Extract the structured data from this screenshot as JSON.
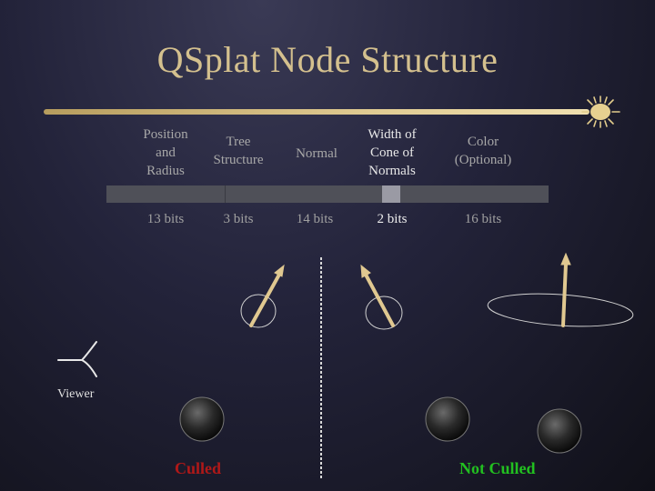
{
  "slide": {
    "title": "QSplat Node Structure",
    "fields": [
      {
        "label_lines": [
          "Position",
          "and",
          "Radius"
        ],
        "bits": "13 bits"
      },
      {
        "label_lines": [
          "Tree",
          "Structure"
        ],
        "bits": "3 bits"
      },
      {
        "label_lines": [
          "Normal"
        ],
        "bits": "14 bits"
      },
      {
        "label_lines": [
          "Width of",
          "Cone of",
          "Normals"
        ],
        "bits": "2 bits"
      },
      {
        "label_lines": [
          "Color",
          "(Optional)"
        ],
        "bits": "16 bits"
      }
    ],
    "viewer_label": "Viewer",
    "culled_label": "Culled",
    "not_culled_label": "Not Culled"
  },
  "colors": {
    "background": "#23233a",
    "title": "#d4c08e",
    "arrow": "#e0c890",
    "culled": "#b01818",
    "not_culled": "#22c020"
  },
  "icons": [
    "sun-icon",
    "viewer-eye-icon"
  ]
}
